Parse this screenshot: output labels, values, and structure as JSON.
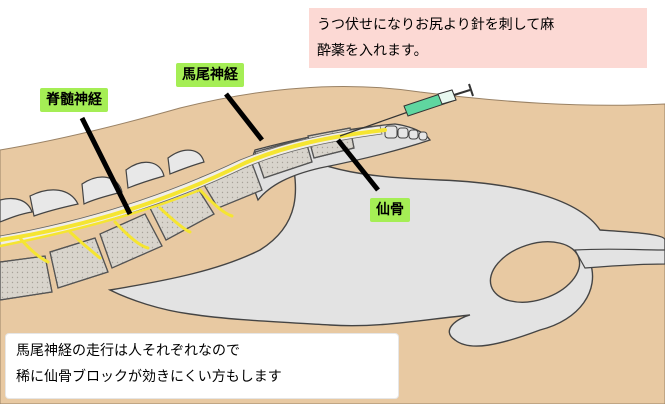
{
  "labels": {
    "spinal_nerve": "脊髄神経",
    "cauda_equina": "馬尾神経",
    "sacrum": "仙骨"
  },
  "note_top": {
    "line1": "うつ伏せになりお尻より針を刺して麻",
    "line2": "酔薬を入れます。"
  },
  "note_bottom": {
    "line1": "馬尾神経の走行は人それぞれなので",
    "line2": "稀に仙骨ブロックが効きにくい方もします"
  },
  "colors": {
    "skin": "#e8c9a2",
    "bone": "#e2e2e2",
    "bone_outline": "#555555",
    "vertebra_body": "#d8d4cc",
    "nerve": "#f5e532",
    "label_bg": "#a5ee55",
    "note_top_bg": "#fcd9d4",
    "syringe": "#5fd6a0"
  }
}
